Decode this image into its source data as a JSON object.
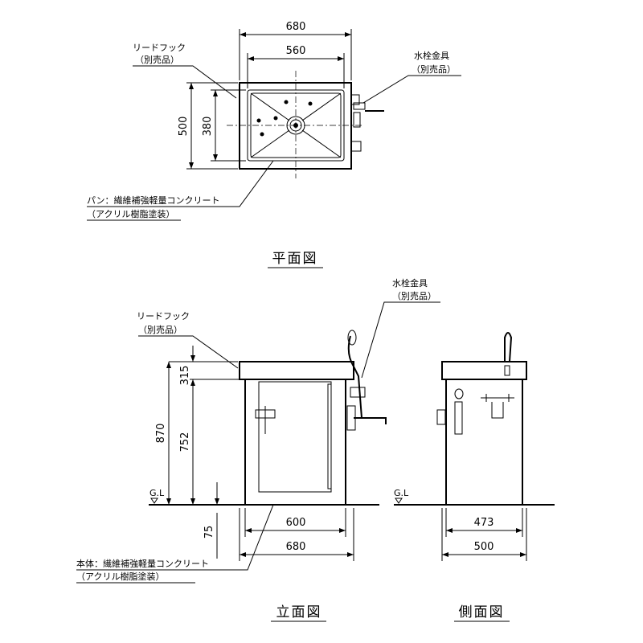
{
  "plan": {
    "title": "平面図",
    "dims": {
      "width_outer": "680",
      "width_inner": "560",
      "depth_outer": "500",
      "depth_inner": "380"
    },
    "labels": {
      "lead_hook": "リードフック",
      "lead_hook_note": "（別売品）",
      "faucet": "水栓金具",
      "faucet_note": "（別売品）",
      "pan": "パン：繊維補強軽量コンクリート",
      "pan_note": "（アクリル樹脂塗装）"
    }
  },
  "front": {
    "title": "立面図",
    "dims": {
      "total_height": "870",
      "body_height": "752",
      "top_height": "315",
      "below_gl": "75",
      "width_inner": "600",
      "width_outer": "680"
    },
    "gl": "G.L",
    "labels": {
      "lead_hook": "リードフック",
      "lead_hook_note": "（別売品）",
      "faucet": "水栓金具",
      "faucet_note": "（別売品）",
      "body": "本体：繊維補強軽量コンクリート",
      "body_note": "（アクリル樹脂塗装）"
    }
  },
  "side": {
    "title": "側面図",
    "gl": "G.L",
    "dims": {
      "width_inner": "473",
      "width_outer": "500"
    }
  }
}
